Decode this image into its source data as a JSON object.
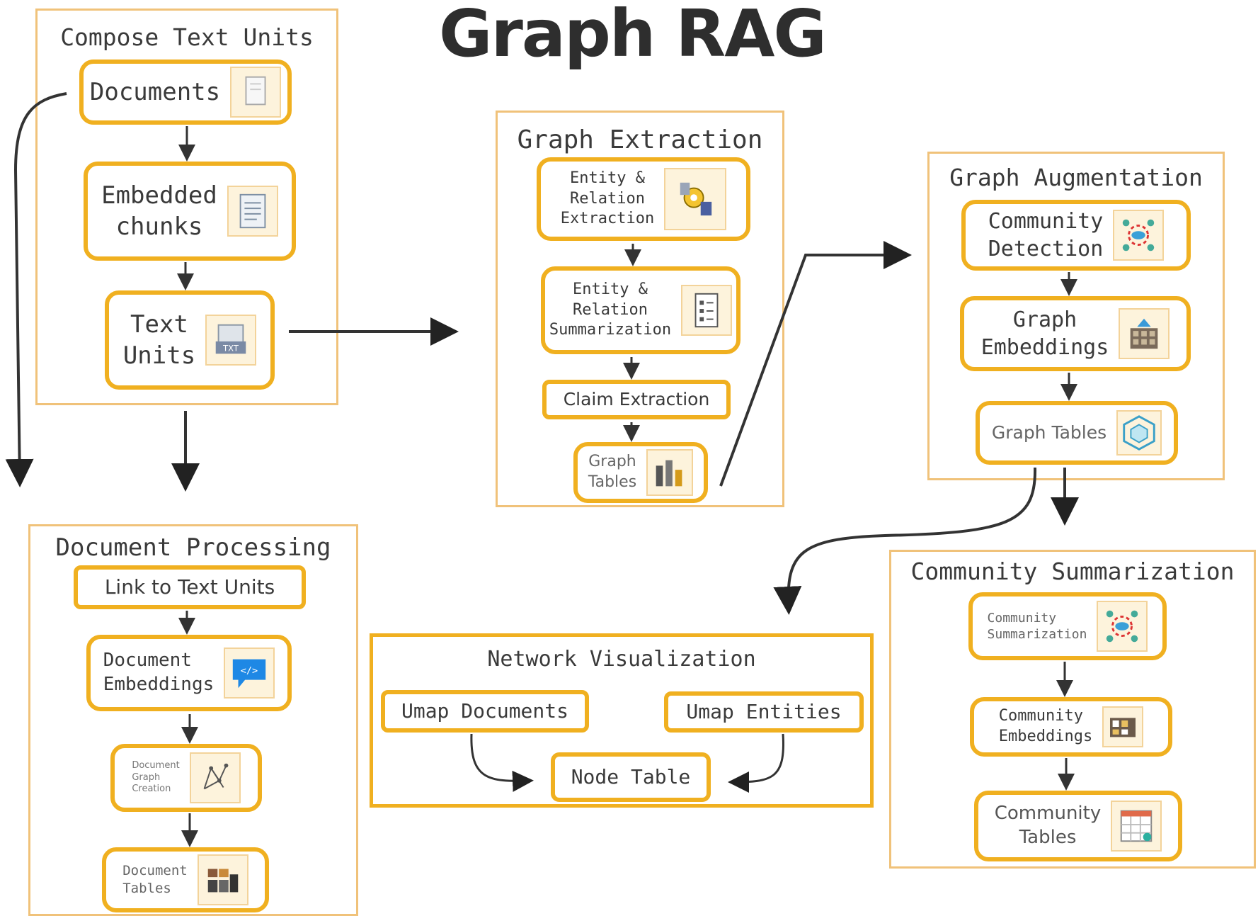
{
  "title": "Graph RAG",
  "groups": {
    "compose": {
      "title": "Compose Text Units",
      "documents": "Documents",
      "embedded_chunks": "Embedded\nchunks",
      "text_units": "Text\nUnits"
    },
    "extraction": {
      "title": "Graph Extraction",
      "entity_extraction": "Entity &\nRelation\nExtraction",
      "entity_summarization": "Entity &\nRelation\nSummarization",
      "claim_extraction": "Claim Extraction",
      "graph_tables": "Graph\nTables"
    },
    "augmentation": {
      "title": "Graph Augmentation",
      "community_detection": "Community\nDetection",
      "graph_embeddings": "Graph\nEmbeddings",
      "graph_tables": "Graph Tables"
    },
    "doc_processing": {
      "title": "Document Processing",
      "link_text_units": "Link to Text Units",
      "document_embeddings": "Document\nEmbeddings",
      "document_graph_creation": "Document\nGraph\nCreation",
      "document_tables": "Document\nTables"
    },
    "network": {
      "title": "Network Visualization",
      "umap_documents": "Umap Documents",
      "umap_entities": "Umap Entities",
      "node_table": "Node Table"
    },
    "community_summ": {
      "title": "Community Summarization",
      "community_summarization": "Community\nSummarization",
      "community_embeddings": "Community\nEmbeddings",
      "community_tables": "Community\nTables"
    }
  },
  "icons": {
    "documents": "document-icon",
    "embedded_chunks": "code-file-icon",
    "text_units": "txt-file-icon",
    "entity_extraction": "gears-database-icon",
    "entity_summarization": "list-document-icon",
    "graph_tables_extraction": "building-chart-icon",
    "community_detection": "network-cluster-icon",
    "graph_embeddings": "cube-grid-icon",
    "graph_tables_aug": "hexagon-cube-icon",
    "document_embeddings": "code-chat-icon",
    "document_graph": "graph-sketch-icon",
    "document_tables": "table-blocks-icon",
    "community_summarization": "network-cluster-icon",
    "community_embeddings": "embedding-grid-icon",
    "community_tables": "spreadsheet-icon"
  }
}
